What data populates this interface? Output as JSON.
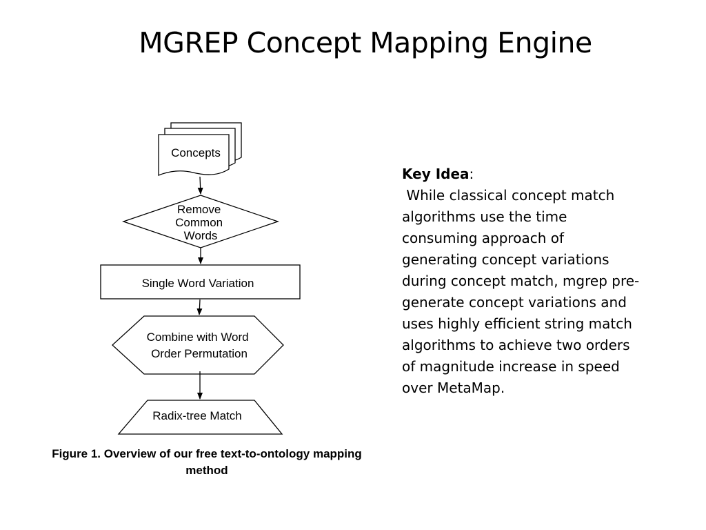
{
  "slide": {
    "title": "MGREP Concept Mapping Engine"
  },
  "flowchart": {
    "steps": [
      {
        "shape": "multi-document",
        "label_lines": [
          "Concepts"
        ]
      },
      {
        "shape": "decision-diamond",
        "label_lines": [
          "Remove",
          "Common",
          "Words"
        ]
      },
      {
        "shape": "process-rectangle",
        "label_lines": [
          "Single Word Variation"
        ]
      },
      {
        "shape": "preparation-hexagon",
        "label_lines": [
          "Combine with Word",
          "Order Permutation"
        ]
      },
      {
        "shape": "manual-operation-trapezoid",
        "label_lines": [
          "Radix-tree Match"
        ]
      }
    ],
    "caption": "Figure 1. Overview of our free text-to-ontology mapping method"
  },
  "key_idea": {
    "heading": "Key Idea",
    "colon": ":",
    "body": " While classical concept match algorithms use the time consuming approach of generating concept variations during concept match, mgrep pre-generate concept variations and uses highly efficient string match algorithms to achieve two orders of magnitude increase in speed over MetaMap."
  }
}
